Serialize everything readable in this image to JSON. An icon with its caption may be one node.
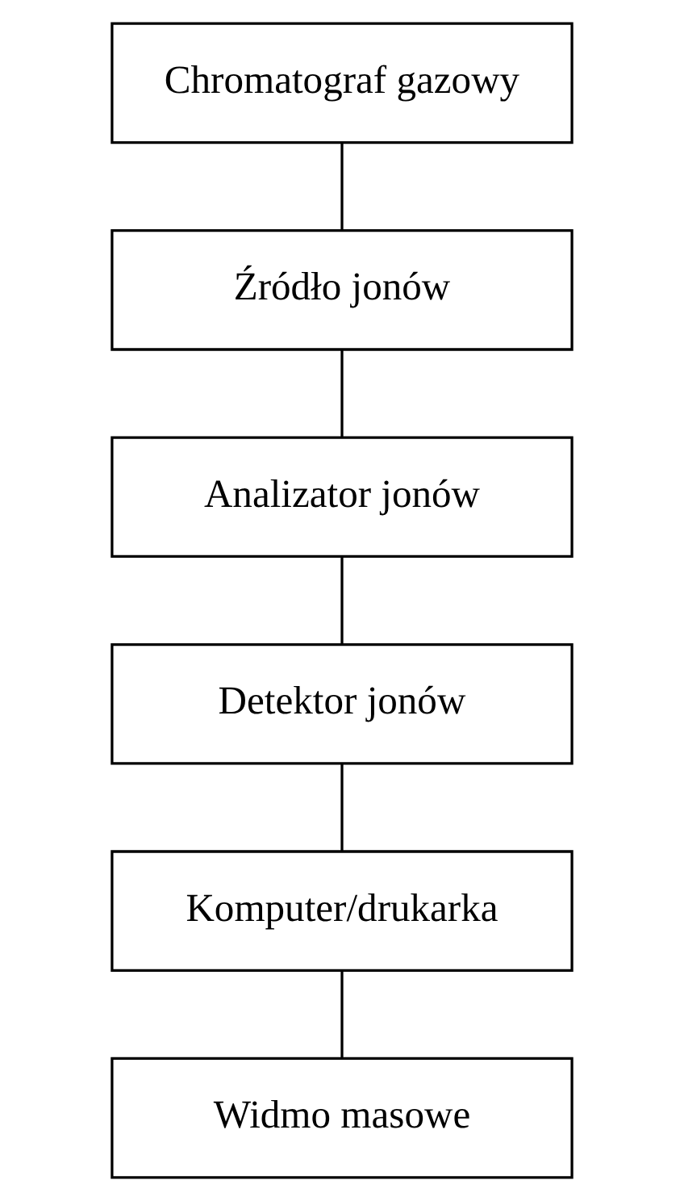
{
  "diagram": {
    "nodes": [
      {
        "text": [
          "Chromatograf gazowy"
        ]
      },
      {
        "text": [
          "Źródło jonów"
        ]
      },
      {
        "text": [
          "Analizator jonów"
        ]
      },
      {
        "text": [
          "Detektor jonów"
        ]
      },
      {
        "text": [
          "Komputer/drukarka"
        ]
      },
      {
        "text": [
          "Widmo masowe"
        ]
      }
    ],
    "edges": [
      {
        "from": 0,
        "to": 1,
        "arrow": "none"
      },
      {
        "from": 1,
        "to": 2,
        "arrow": "none"
      },
      {
        "from": 2,
        "to": 3,
        "arrow": "none"
      },
      {
        "from": 3,
        "to": 4,
        "arrow": "none"
      },
      {
        "from": 4,
        "to": 5,
        "arrow": "none"
      }
    ]
  }
}
